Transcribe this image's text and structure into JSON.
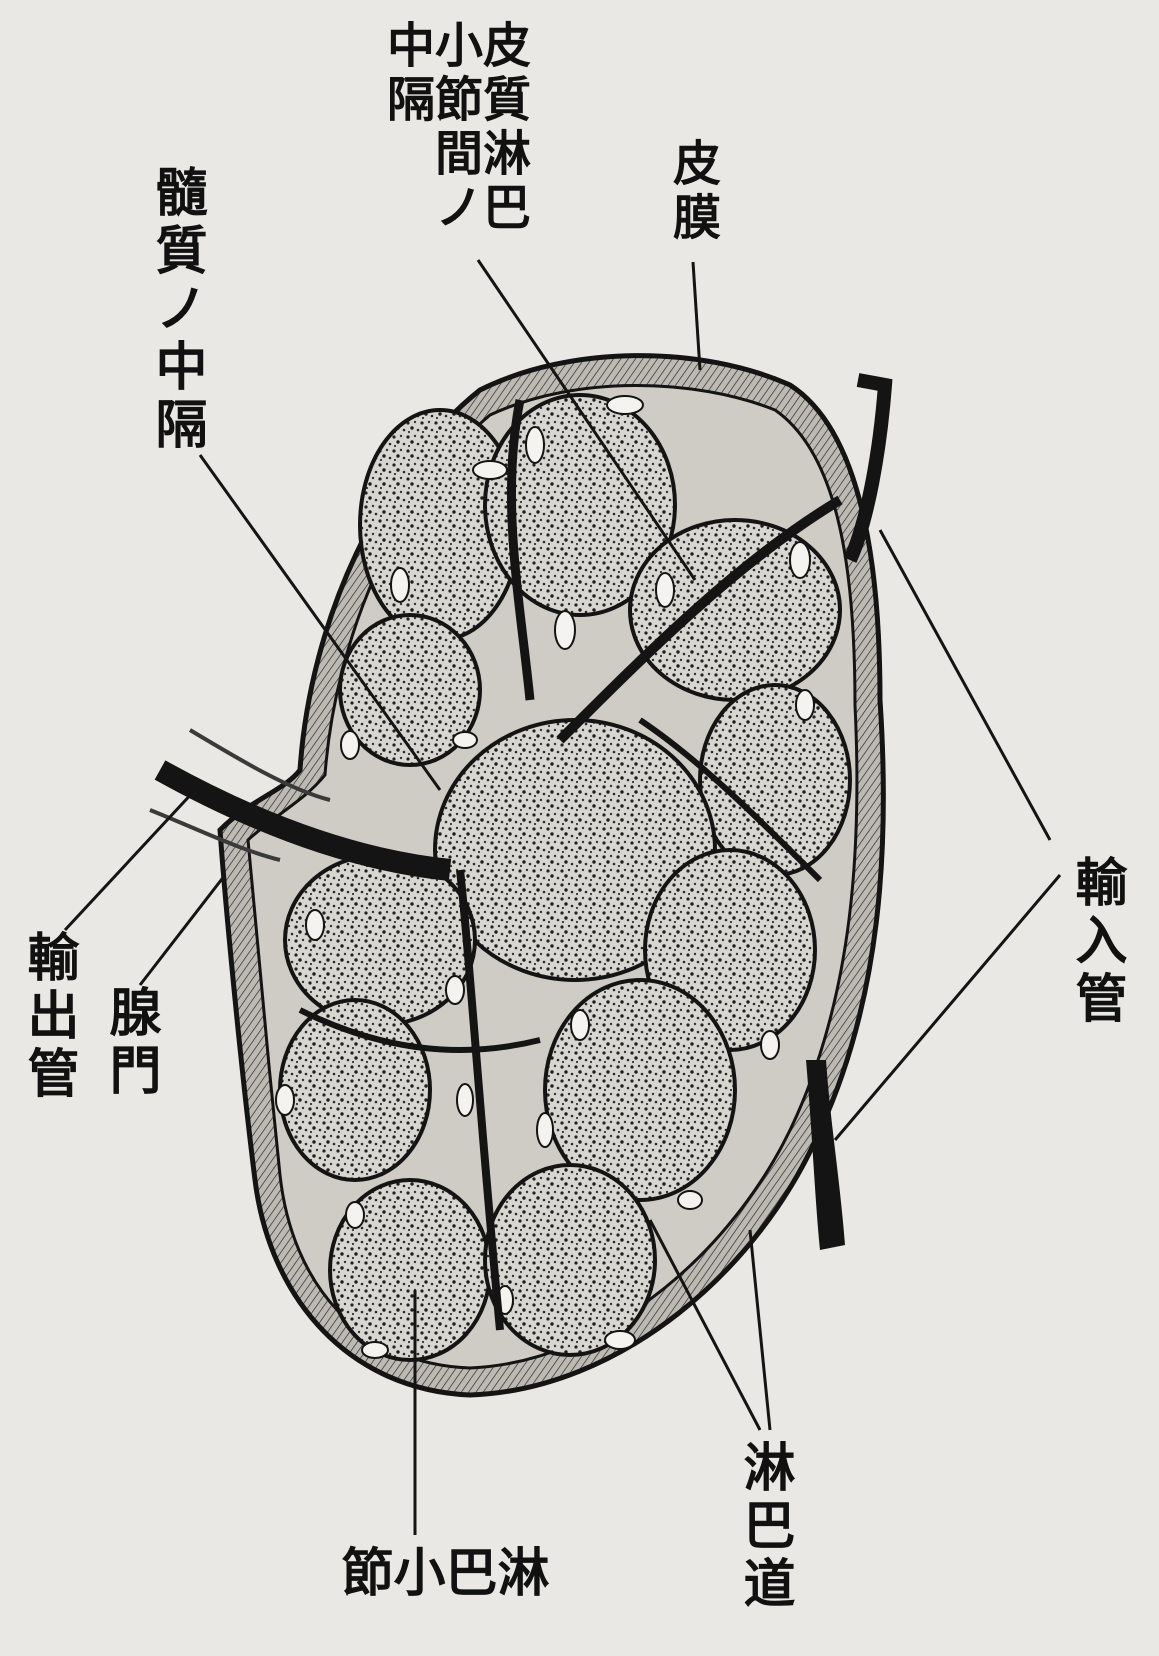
{
  "figure": {
    "labels": {
      "interfollicular_septum": "皮質淋巴小節間ノ中隔",
      "capsule": "皮膜",
      "medullary_septum": "髓質ノ中隔",
      "afferent_vessel": "輸入管",
      "efferent_vessel": "輸出管",
      "hilum": "腺門",
      "lymph_follicle": "淋巴小節",
      "lymph_sinus": "淋巴道"
    }
  },
  "colors": {
    "paper": "#e9e8e4",
    "ink": "#141414",
    "stipple": "#2a2a2a"
  }
}
